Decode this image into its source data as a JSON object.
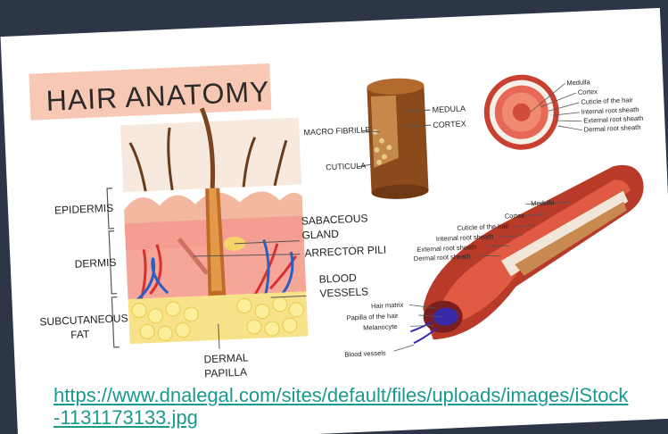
{
  "slide": {
    "background_color": "#2c3646",
    "link_color": "#1a9a8e",
    "link_text": "https://www.dnalegal.com/sites/default/files/uploads/images/iStock-1131173133.jpg"
  },
  "figure": {
    "title": "HAIR ANATOMY",
    "layers": {
      "epidermis": "EPIDERMIS",
      "dermis": "DERMIS",
      "subcutaneous_line1": "SUBCUTANEOUS",
      "subcutaneous_line2": "FAT"
    },
    "cross_section_labels": {
      "sebaceous_line1": "SABACEOUS",
      "sebaceous_line2": "GLAND",
      "arrector_pili": "ARRECTOR PILI",
      "blood_line1": "BLOOD",
      "blood_line2": "VESSELS",
      "dermal_line1": "DERMAL",
      "dermal_line2": "PAPILLA"
    },
    "shaft_labels": {
      "macro_fibrille": "MACRO FIBRILLE",
      "medula": "MEDULA",
      "cortex": "CORTEX",
      "cuticula": "CUTICULA"
    },
    "circle_labels": [
      "Medulla",
      "Cortex",
      "Cuticle of the hair",
      "Internal root sheath",
      "External root sheath",
      "Dermal root sheath"
    ],
    "follicle_labels_top": [
      "Medulla",
      "Cortex",
      "Cuticle of the hair",
      "Internal root sheath",
      "External root sheath",
      "Dermal root sheath"
    ],
    "follicle_labels_bottom": [
      "Hair matrix",
      "Papilla of the hair",
      "Melanocyte",
      "Blood vessels"
    ]
  }
}
